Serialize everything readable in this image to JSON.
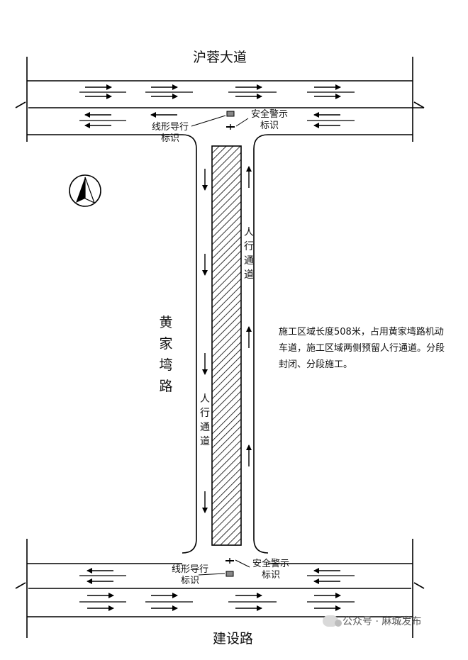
{
  "roads": {
    "top": "沪蓉大道",
    "bottom": "建设路",
    "vertical": "黄家\n塆路"
  },
  "labels": {
    "guide_sign_top": "线形导行\n标识",
    "warning_sign_top": "安全警示\n标识",
    "guide_sign_bottom": "线形导行\n标识",
    "warning_sign_bottom": "安全警示\n标识",
    "walkway_right": "人\n行\n通\n道",
    "walkway_left": "人\n行\n通\n道"
  },
  "note": "施工区域长度508米，占用黄家塆路机动车道，施工区域两侧预留人行通道。分段封闭、分段施工。",
  "watermark": "公众号 · 麻城发布",
  "icons": [
    "north-arrow-icon",
    "lane-arrow-icon",
    "wechat-icon"
  ]
}
